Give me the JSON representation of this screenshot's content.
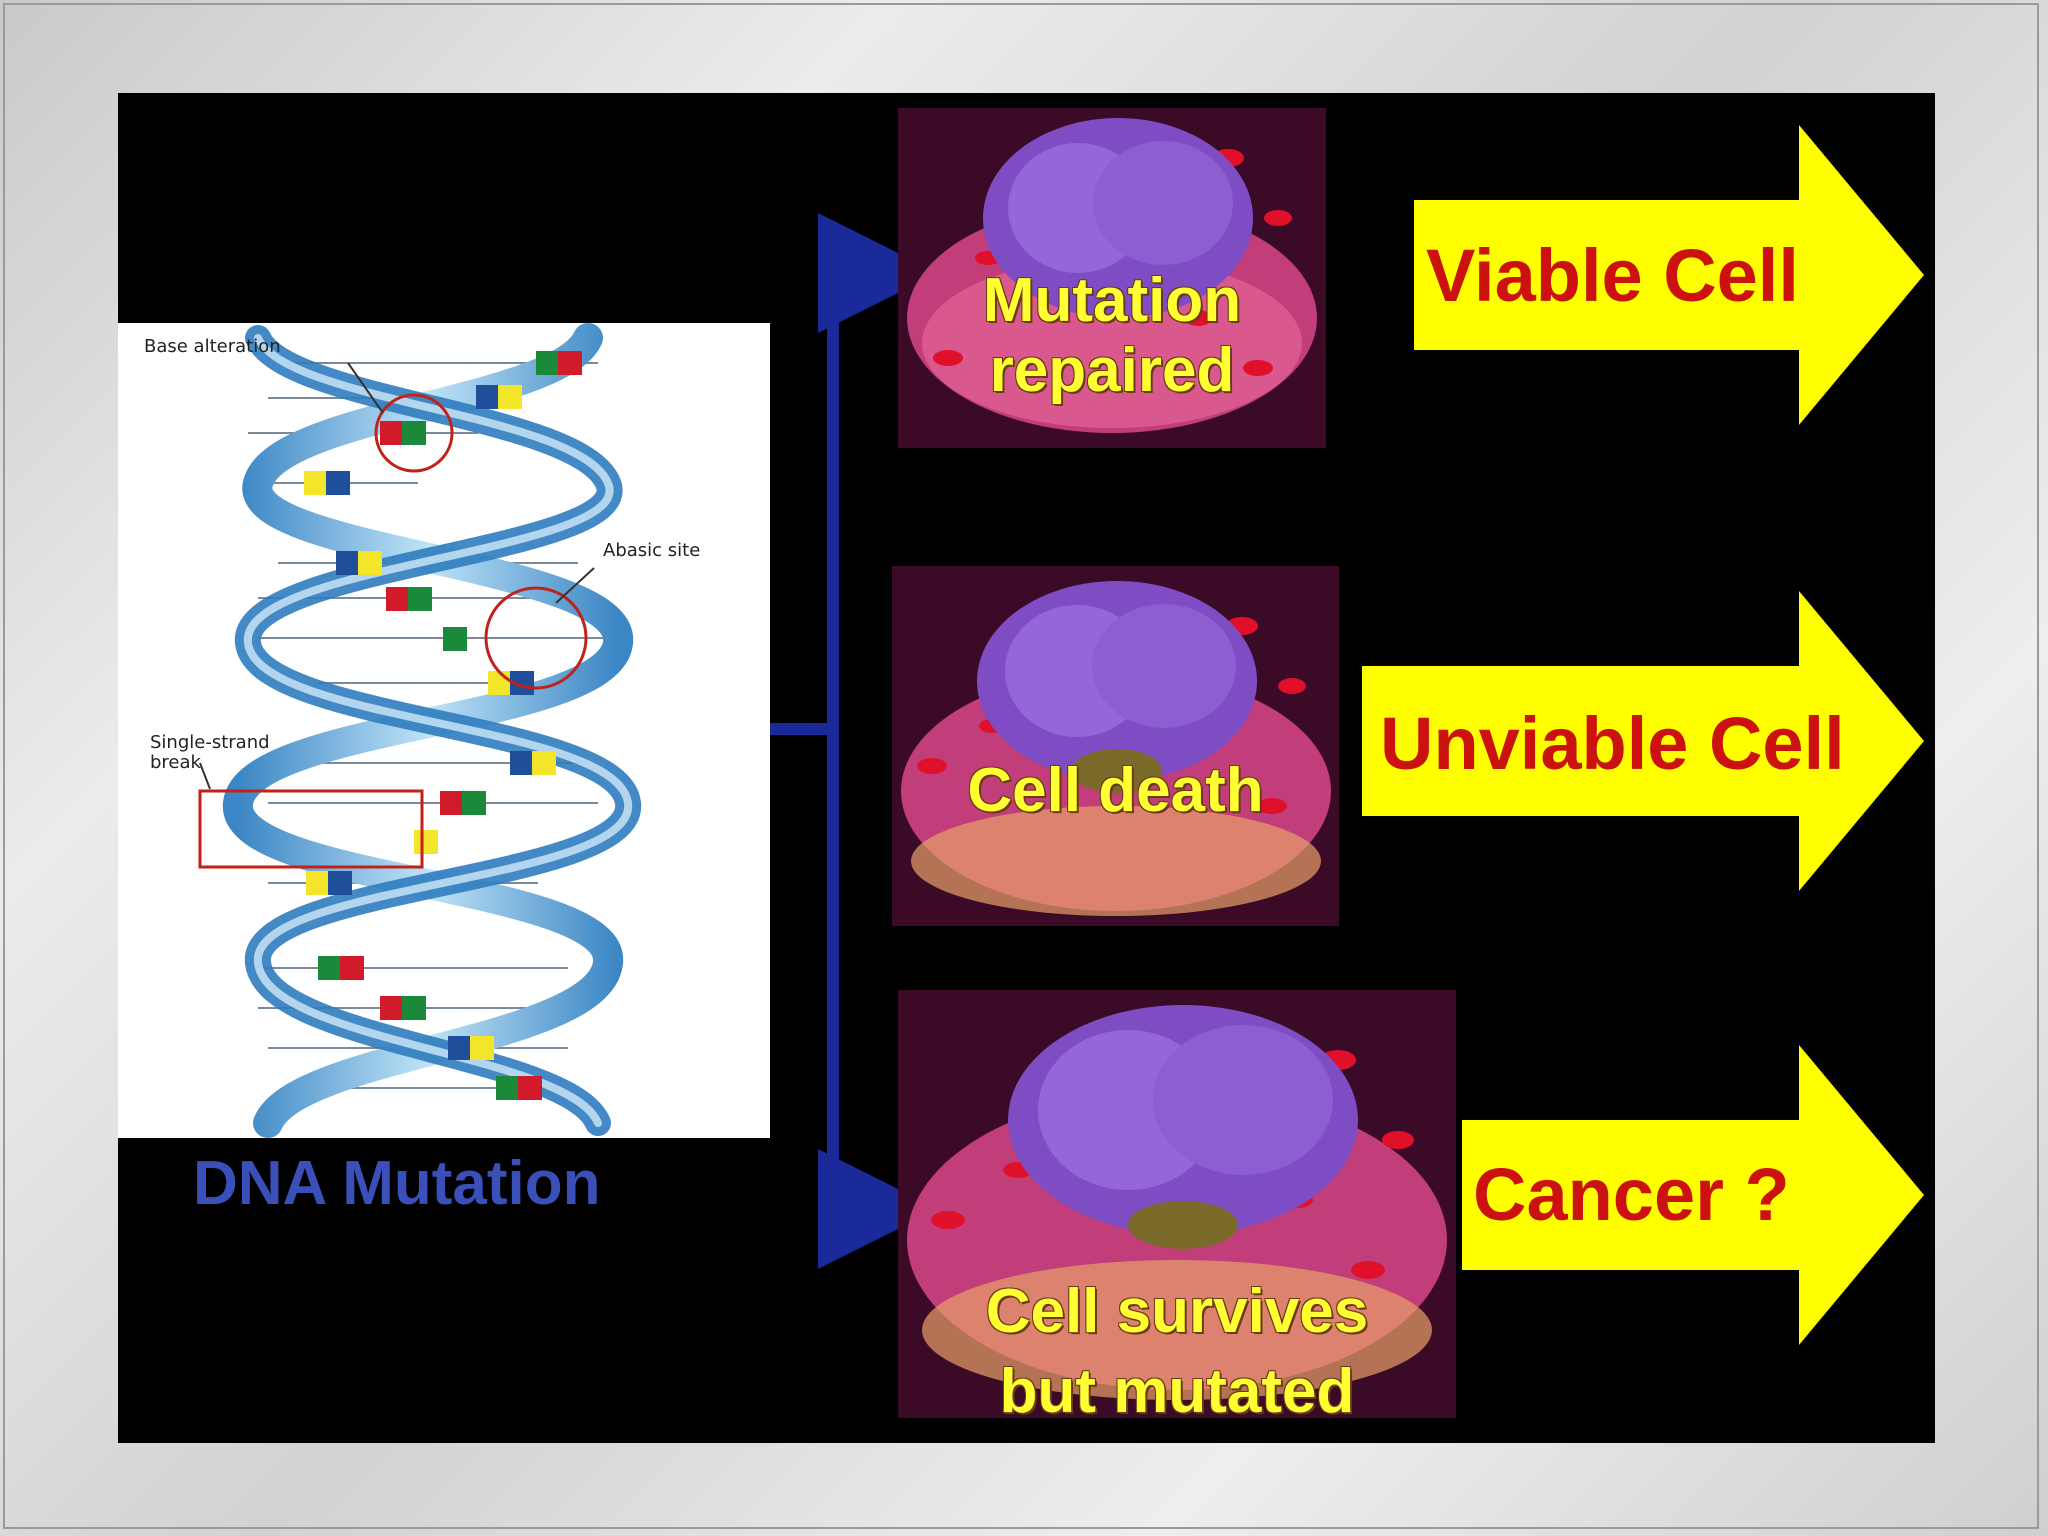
{
  "dna": {
    "title": "DNA Mutation",
    "labels": {
      "base_alteration": "Base alteration",
      "abasic_site": "Abasic site",
      "single_strand_break": "Single-strand\nbreak"
    }
  },
  "outcomes": [
    {
      "cell_label": "Mutation\nrepaired",
      "result": "Viable Cell"
    },
    {
      "cell_label": "Cell death",
      "result": "Unviable Cell"
    },
    {
      "cell_label": "Cell survives\nbut mutated",
      "result": "Cancer ?"
    }
  ],
  "colors": {
    "background": "#000000",
    "arrow_fill": "#ffff00",
    "result_text": "#cc1111",
    "cell_text": "#ffff33",
    "dna_title": "#3a4fb8",
    "flow_line": "#1a2a9a"
  }
}
